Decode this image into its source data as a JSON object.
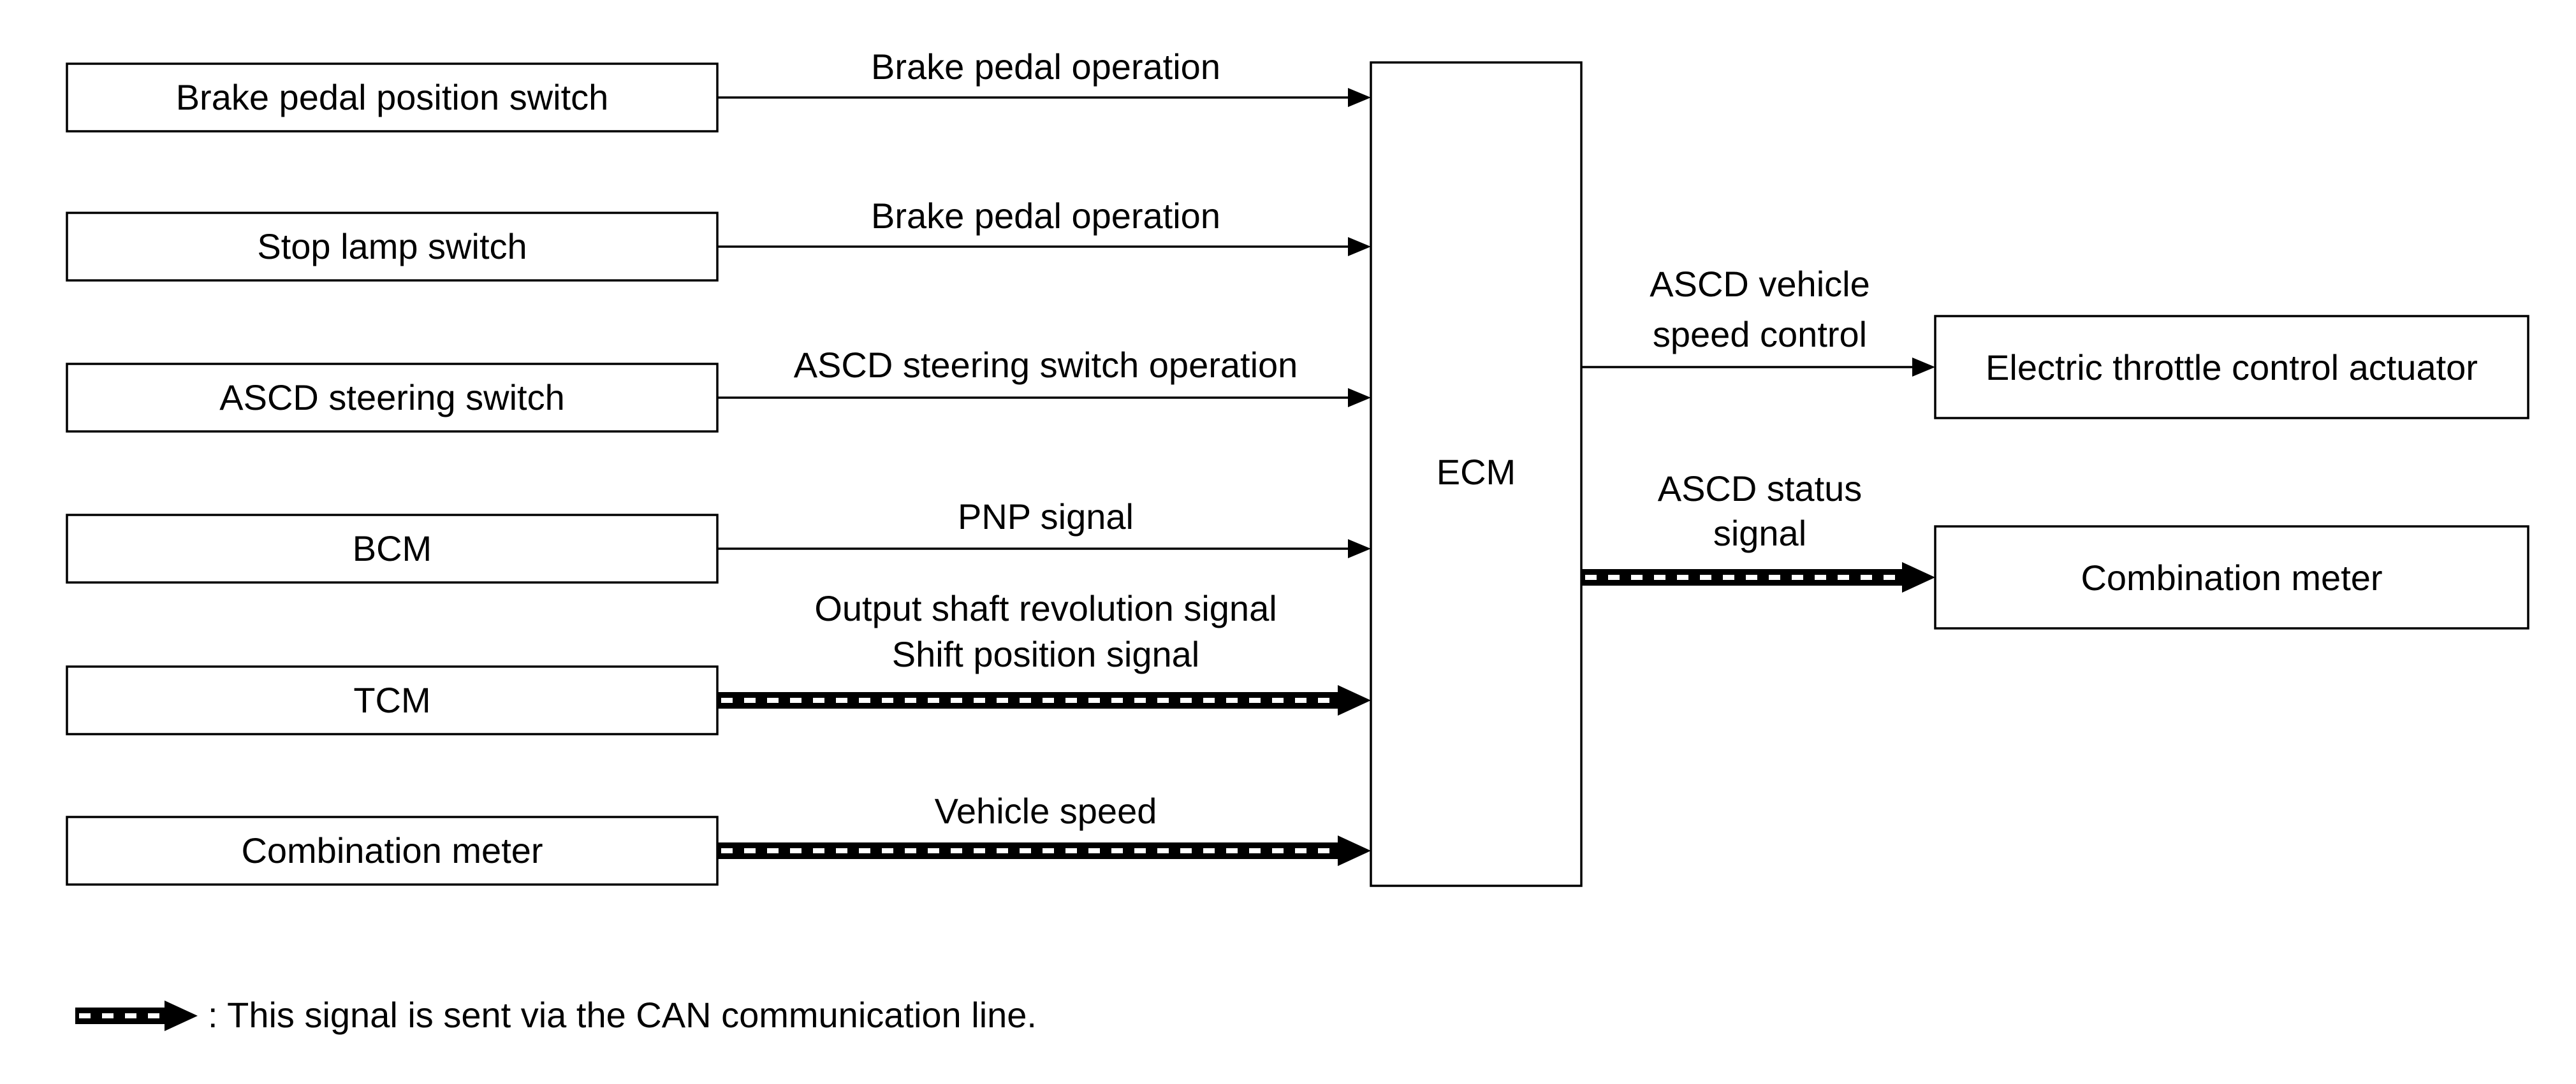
{
  "inputs": [
    {
      "label": "Brake pedal position switch",
      "signal": [
        "Brake pedal operation"
      ],
      "can": false
    },
    {
      "label": "Stop lamp switch",
      "signal": [
        "Brake pedal operation"
      ],
      "can": false
    },
    {
      "label": "ASCD steering switch",
      "signal": [
        "ASCD steering switch operation"
      ],
      "can": false
    },
    {
      "label": "BCM",
      "signal": [
        "PNP signal"
      ],
      "can": false
    },
    {
      "label": "TCM",
      "signal": [
        "Output shaft revolution signal",
        "Shift position signal"
      ],
      "can": true
    },
    {
      "label": "Combination meter",
      "signal": [
        "Vehicle speed"
      ],
      "can": true
    }
  ],
  "ecm": {
    "label": "ECM"
  },
  "outputs": [
    {
      "label": "Electric throttle control actuator",
      "signal": [
        "ASCD vehicle",
        "speed control"
      ],
      "can": false
    },
    {
      "label": "Combination meter",
      "signal": [
        "ASCD status",
        "signal"
      ],
      "can": true
    }
  ],
  "legend": {
    "text": ": This signal is sent via the CAN communication line."
  },
  "colors": {
    "line": "#000000",
    "background": "#ffffff",
    "can_dash": "#ffffff"
  }
}
